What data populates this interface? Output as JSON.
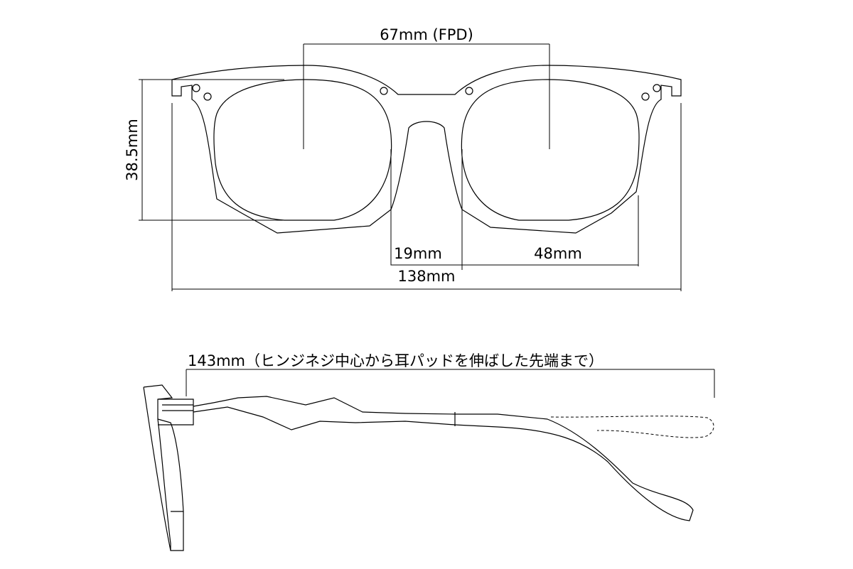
{
  "front_view": {
    "fpd_label": "67mm (FPD)",
    "lens_height_label": "38.5mm",
    "bridge_label": "19mm",
    "lens_width_label": "48mm",
    "frame_width_label": "138mm"
  },
  "side_view": {
    "temple_length_label": "143mm（ヒンジネジ中心から耳パッドを伸ばした先端まで）"
  },
  "colors": {
    "line": "#000000",
    "background": "#ffffff"
  }
}
